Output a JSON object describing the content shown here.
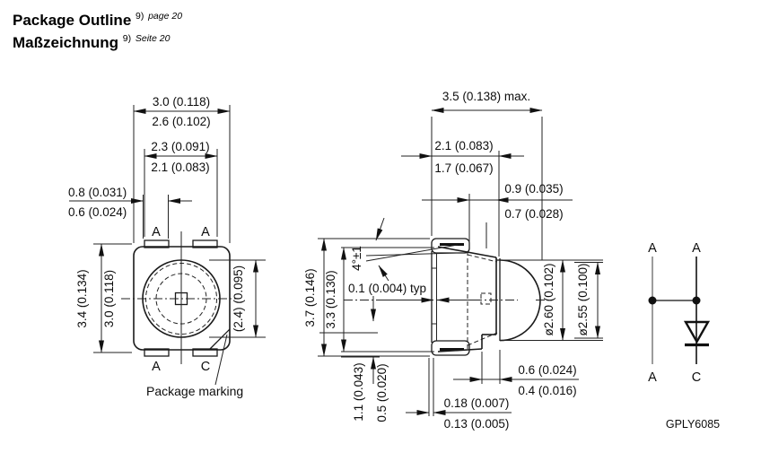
{
  "title": {
    "line1": "Package Outline",
    "sup1_ref": "9)",
    "sup1_note": "page 20",
    "line2": "Maßzeichnung",
    "sup2_ref": "9)",
    "sup2_note": "Seite 20"
  },
  "top_view": {
    "dim_body_width": "3.0 (0.118)",
    "dim_body_width_min": "2.6 (0.102)",
    "dim_pads_span": "2.3 (0.091)",
    "dim_pads_span_min": "2.1 (0.083)",
    "dim_pad_width": "0.8 (0.031)",
    "dim_pad_width_min": "0.6 (0.024)",
    "dim_body_height": "3.4 (0.134)",
    "dim_body_height_min": "3.0 (0.118)",
    "dim_lens_dia_ref": "(2.4) (0.095)",
    "pin_top_left": "A",
    "pin_top_right": "A",
    "pin_bottom_left": "A",
    "pin_bottom_right": "C",
    "note_marking": "Package marking"
  },
  "side_view": {
    "dim_total_depth": "3.5 (0.138) max.",
    "dim_body_depth": "2.1 (0.083)",
    "dim_body_depth_min": "1.7 (0.067)",
    "dim_lens_base": "0.9 (0.035)",
    "dim_lens_base_min": "0.7 (0.028)",
    "dim_draft_angle": "4°±1",
    "dim_lead_thickness": "0.1 (0.004) typ",
    "dim_total_height": "3.7 (0.146)",
    "dim_body_height": "3.3 (0.130)",
    "dim_lens_dia_max": "ø2.60 (0.102)",
    "dim_lens_dia_min": "ø2.55 (0.100)",
    "dim_standoff": "0.6 (0.024)",
    "dim_standoff_min": "0.4 (0.016)",
    "dim_lead_foot": "0.18 (0.007)",
    "dim_lead_foot_min": "0.13 (0.005)",
    "dim_lead_height": "1.1 (0.043)",
    "dim_lead_height_min": "0.5 (0.020)"
  },
  "schematic": {
    "pin_top_left": "A",
    "pin_top_right": "A",
    "pin_bottom_left": "A",
    "pin_bottom_right": "C",
    "drawing_code": "GPLY6085"
  },
  "colors": {
    "line": "#1a1a1a",
    "background": "#ffffff"
  }
}
